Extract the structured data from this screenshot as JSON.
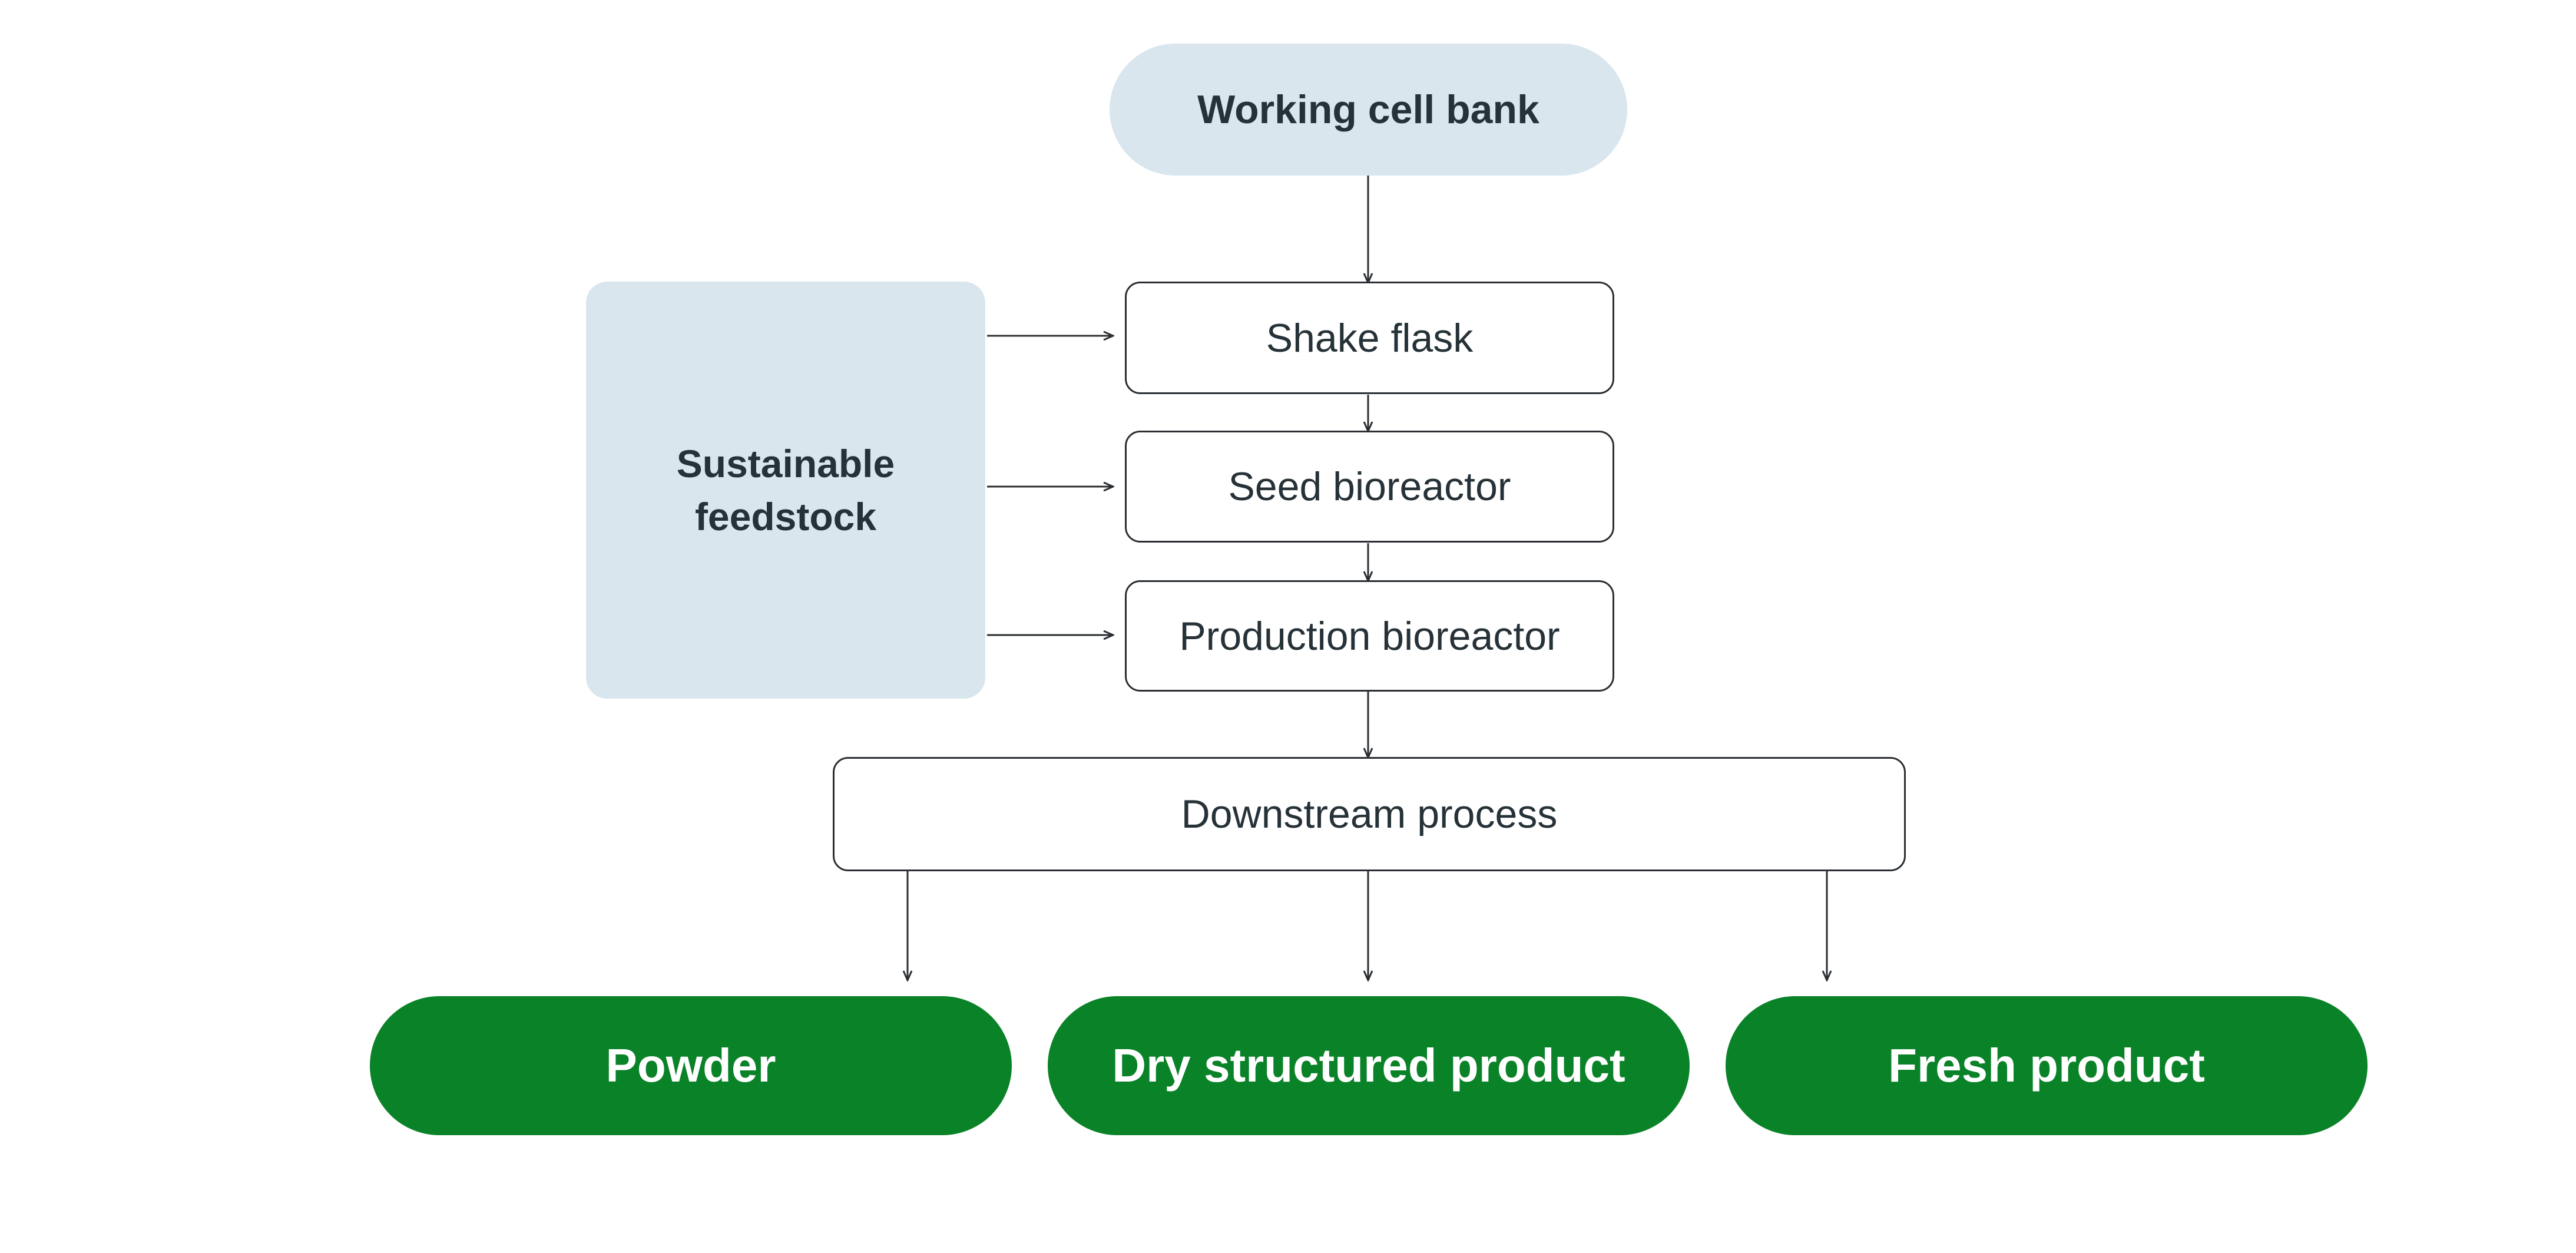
{
  "nodes": {
    "working_cell_bank": "Working cell bank",
    "sustainable_feedstock": "Sustainable feedstock",
    "shake_flask": "Shake flask",
    "seed_bioreactor": "Seed bioreactor",
    "production_bioreactor": "Production bioreactor",
    "downstream_process": "Downstream process",
    "powder": "Powder",
    "dry_structured_product": "Dry structured product",
    "fresh_product": "Fresh product"
  },
  "edges": [
    {
      "from": "working_cell_bank",
      "to": "shake_flask"
    },
    {
      "from": "shake_flask",
      "to": "seed_bioreactor"
    },
    {
      "from": "seed_bioreactor",
      "to": "production_bioreactor"
    },
    {
      "from": "production_bioreactor",
      "to": "downstream_process"
    },
    {
      "from": "sustainable_feedstock",
      "to": "shake_flask"
    },
    {
      "from": "sustainable_feedstock",
      "to": "seed_bioreactor"
    },
    {
      "from": "sustainable_feedstock",
      "to": "production_bioreactor"
    },
    {
      "from": "downstream_process",
      "to": "powder"
    },
    {
      "from": "downstream_process",
      "to": "dry_structured_product"
    },
    {
      "from": "downstream_process",
      "to": "fresh_product"
    }
  ],
  "colors": {
    "light_blue": "#d9e6ee",
    "green": "#0a8228",
    "text_dark": "#263238",
    "line": "#2b2f33"
  }
}
